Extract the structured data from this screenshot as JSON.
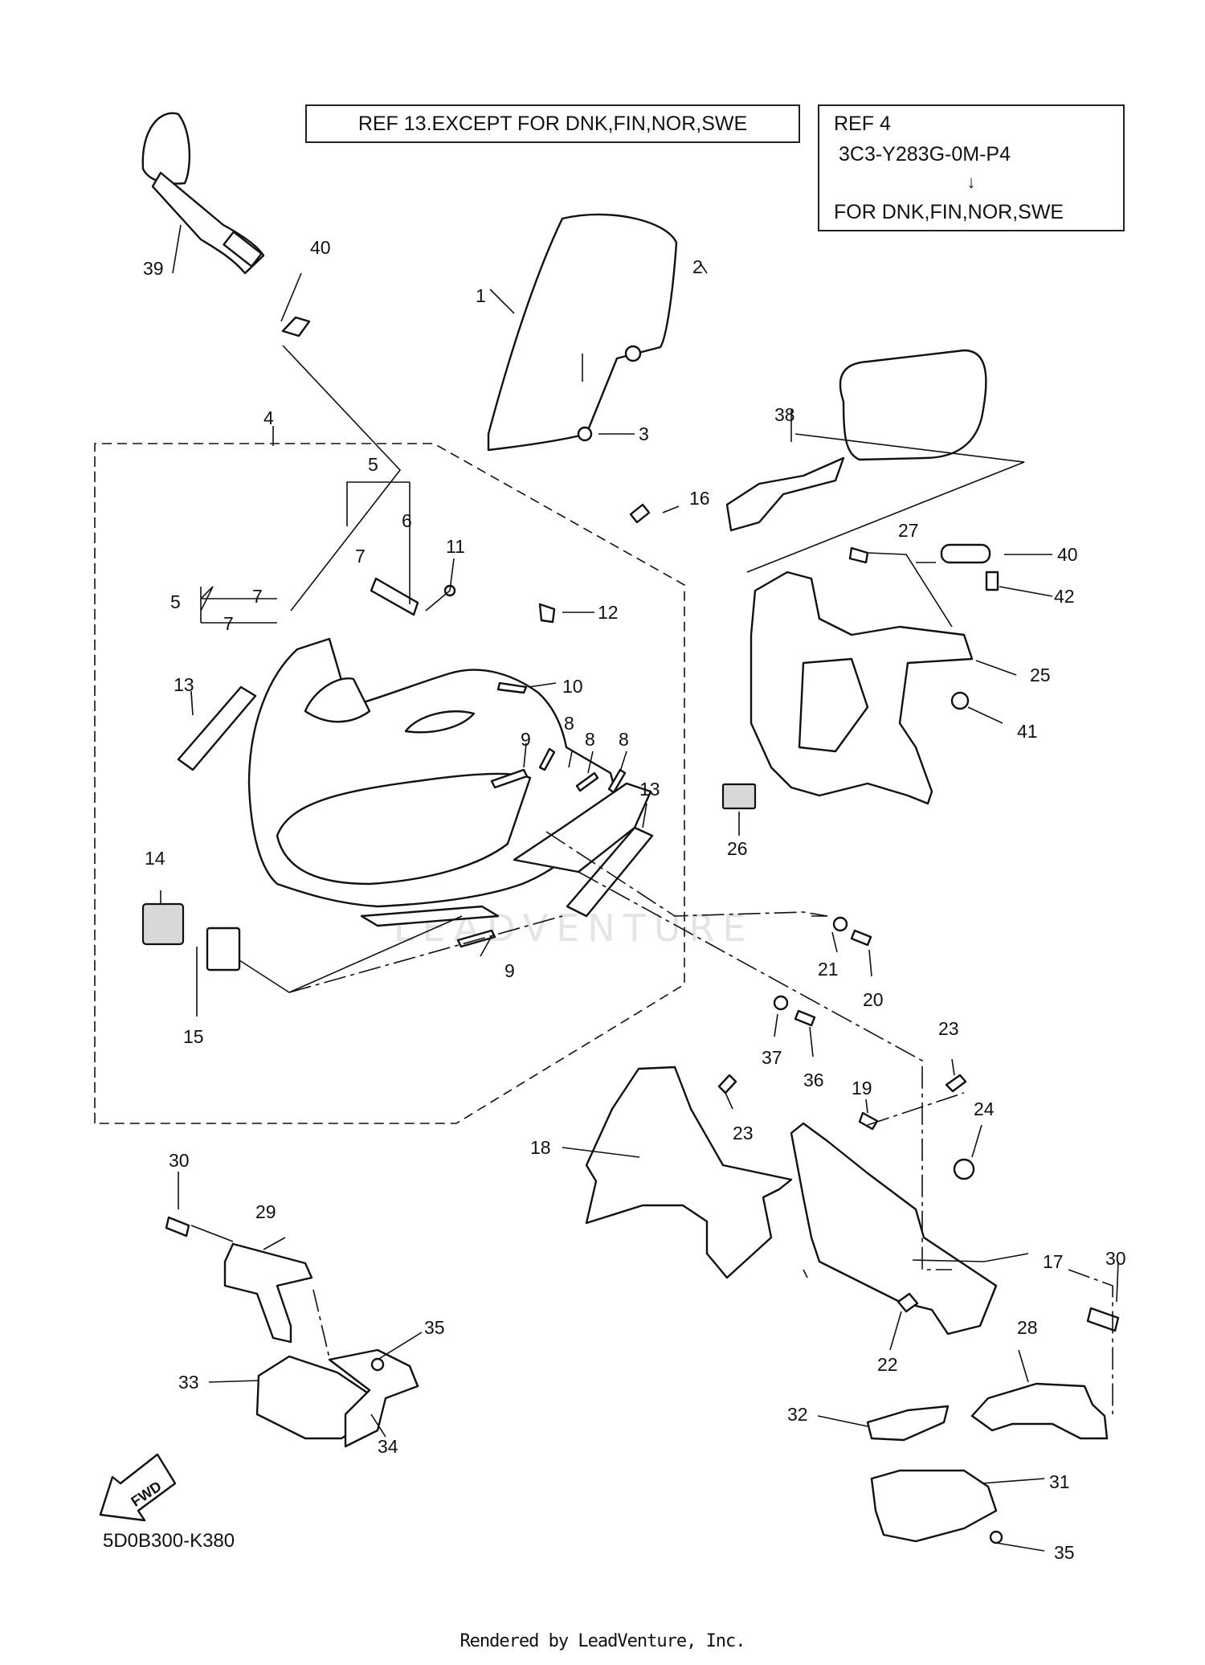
{
  "ref_boxes": {
    "ref13": "REF 13.EXCEPT FOR DNK,FIN,NOR,SWE",
    "ref4_title": "REF 4",
    "ref4_part": "3C3-Y283G-0M-P4",
    "ref4_arrow": "↓",
    "ref4_region": "FOR DNK,FIN,NOR,SWE"
  },
  "fwd_label": "FWD",
  "diagram_code": "5D0B300-K380",
  "render_note": "Rendered by LeadVenture, Inc.",
  "watermark": "LEADVENTURE",
  "callouts": {
    "c1": "1",
    "c2": "2",
    "c3": "3",
    "c4": "4",
    "c5a": "5",
    "c5b": "5",
    "c6": "6",
    "c7a": "7",
    "c7b": "7",
    "c7c": "7",
    "c8a": "8",
    "c8b": "8",
    "c8c": "8",
    "c9a": "9",
    "c9b": "9",
    "c10": "10",
    "c11": "11",
    "c12": "12",
    "c13a": "13",
    "c13b": "13",
    "c14": "14",
    "c15": "15",
    "c16": "16",
    "c17": "17",
    "c18": "18",
    "c19": "19",
    "c20": "20",
    "c21": "21",
    "c22": "22",
    "c23a": "23",
    "c23b": "23",
    "c24": "24",
    "c25": "25",
    "c26": "26",
    "c27": "27",
    "c28": "28",
    "c29": "29",
    "c30a": "30",
    "c30b": "30",
    "c31": "31",
    "c32": "32",
    "c33": "33",
    "c34": "34",
    "c35a": "35",
    "c35b": "35",
    "c36": "36",
    "c37": "37",
    "c38": "38",
    "c39": "39",
    "c40a": "40",
    "c40b": "40",
    "c41": "41",
    "c42": "42"
  }
}
